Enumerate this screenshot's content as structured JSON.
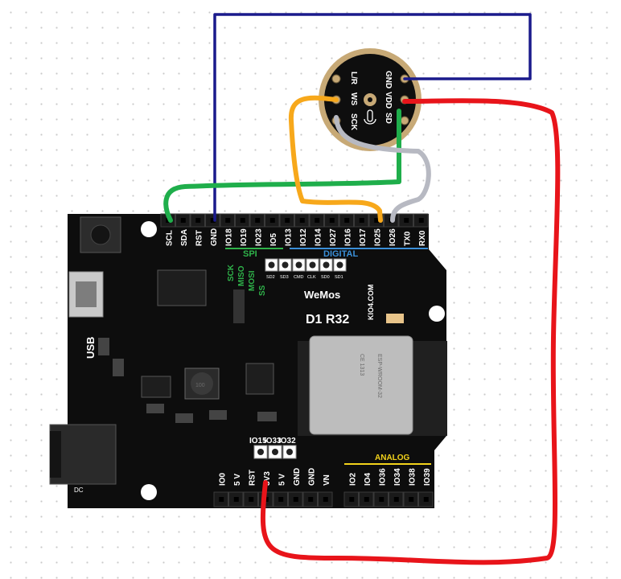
{
  "board": {
    "brand": "WeMos",
    "model": "D1 R32",
    "site": "KIO4.COM",
    "usb_label": "USB",
    "dc_label": "DC",
    "module_text": [
      "ESP-WROOM-32",
      "CE 1313"
    ],
    "top_pins": [
      "SCL",
      "SDA",
      "RST",
      "GND",
      "IO18",
      "IO19",
      "IO23",
      "IO5",
      "IO13",
      "IO12",
      "IO14",
      "IO27",
      "IO16",
      "IO17",
      "IO25",
      "IO26",
      "TX0",
      "RX0"
    ],
    "spi_label": "SPI",
    "digital_label": "DIGITAL",
    "spi_pin_labels": [
      "SCK",
      "MISO",
      "MOSI",
      "SS"
    ],
    "header_small": [
      "SD2",
      "SD3",
      "CMD",
      "CLK",
      "SD0",
      "SD1"
    ],
    "mid_pins": [
      "IO15",
      "IO33",
      "IO32"
    ],
    "bottom_pins": [
      "IO0",
      "5 V",
      "RST",
      "3V3",
      "5 V",
      "GND",
      "GND",
      "VN"
    ],
    "analog_pins": [
      "IO2",
      "IO4",
      "IO36",
      "IO34",
      "IO38",
      "IO39"
    ],
    "analog_label": "ANALOG",
    "inductor_text": "100"
  },
  "mic": {
    "left_pins": [
      "L/R",
      "WS",
      "SCK"
    ],
    "right_pins": [
      "GND",
      "VDD",
      "SD"
    ]
  },
  "wire_colors": {
    "blue": "#1a1a8c",
    "red": "#e8141a",
    "green": "#1fae4b",
    "orange": "#f7a81b",
    "gray": "#b7b9c2"
  }
}
